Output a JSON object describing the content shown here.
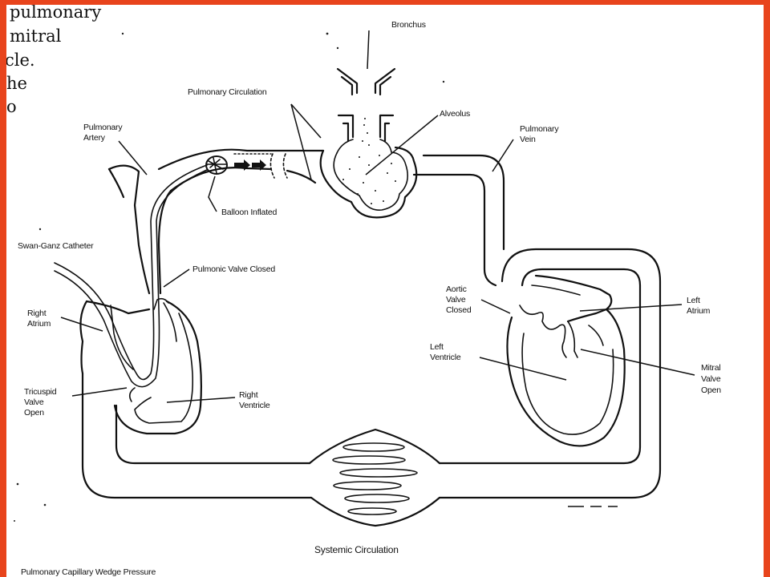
{
  "partial_text": {
    "line1": "pulmonary",
    "line2": "mitral",
    "line3": "cle.",
    "line4": "he",
    "line5": "o"
  },
  "labels": {
    "bronchus": "Bronchus",
    "pulmonary_circulation": "Pulmonary Circulation",
    "alveolus": "Alveolus",
    "pulmonary_artery_1": "Pulmonary",
    "pulmonary_artery_2": "Artery",
    "pulmonary_vein_1": "Pulmonary",
    "pulmonary_vein_2": "Vein",
    "balloon_inflated": "Balloon Inflated",
    "swan_ganz": "Swan-Ganz Catheter",
    "pulmonic_valve": "Pulmonic Valve Closed",
    "right_atrium_1": "Right",
    "right_atrium_2": "Atrium",
    "tricuspid_1": "Tricuspid",
    "tricuspid_2": "Valve",
    "tricuspid_3": "Open",
    "right_ventricle_1": "Right",
    "right_ventricle_2": "Ventricle",
    "aortic_valve_1": "Aortic",
    "aortic_valve_2": "Valve",
    "aortic_valve_3": "Closed",
    "left_atrium_1": "Left",
    "left_atrium_2": "Atrium",
    "left_ventricle_1": "Left",
    "left_ventricle_2": "Ventricle",
    "mitral_valve_1": "Mitral",
    "mitral_valve_2": "Valve",
    "mitral_valve_3": "Open",
    "systemic_circulation": "Systemic Circulation",
    "caption": "Pulmonary Capillary Wedge Pressure"
  },
  "colors": {
    "border": "#e8441c",
    "background": "#ffffff",
    "ink": "#111111"
  }
}
